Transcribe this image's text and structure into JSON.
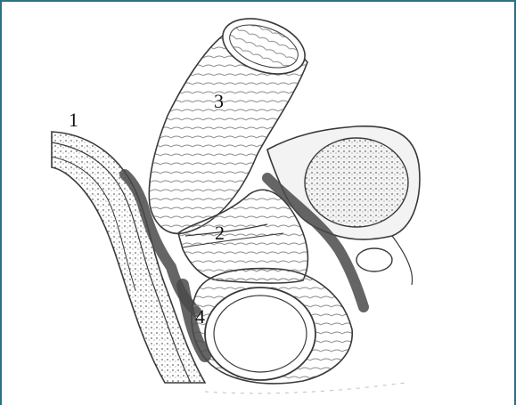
{
  "labels": {
    "one": "1",
    "two": "2",
    "three": "3",
    "four": "4"
  },
  "colors": {
    "frame": "#2f6f84",
    "ink": "#3a3a3a",
    "shade": "#4a4a4a",
    "background": "#ffffff"
  }
}
